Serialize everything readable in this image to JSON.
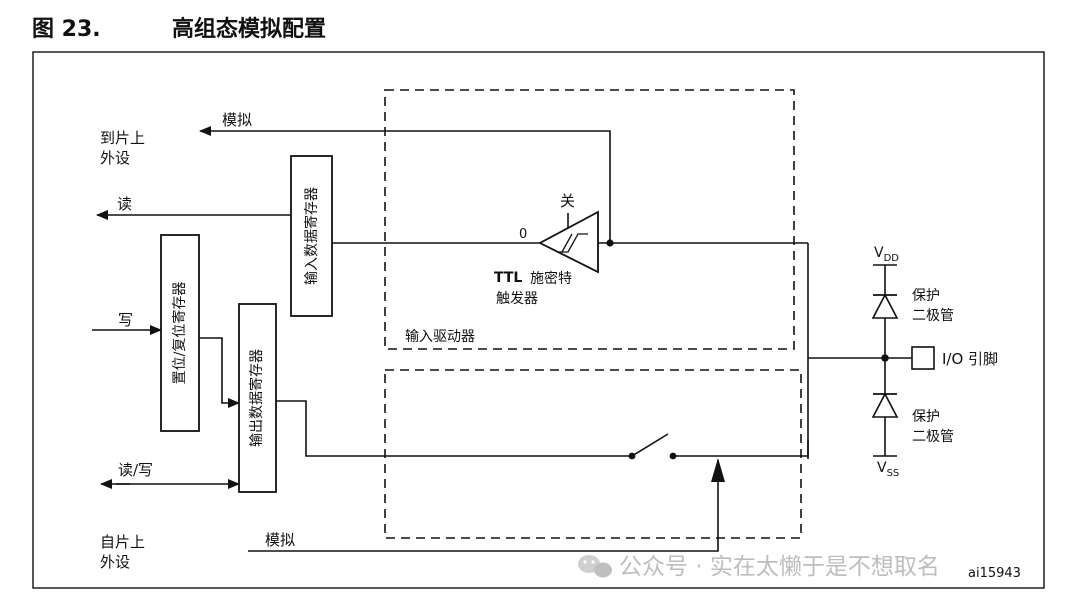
{
  "figure": {
    "number": "图 23.",
    "title": "高组态模拟配置",
    "id": "ai15943"
  },
  "labels": {
    "to_onchip_line1": "到片上",
    "to_onchip_line2": "外设",
    "analog_top": "模拟",
    "read": "读",
    "write": "写",
    "read_write": "读/写",
    "from_onchip_line1": "自片上",
    "from_onchip_line2": "外设",
    "analog_bottom": "模拟",
    "off": "关",
    "zero": "0",
    "ttl": "TTL",
    "schmitt_line1": "施密特",
    "schmitt_line2": "触发器",
    "input_driver": "输入驱动器",
    "vdd_main": "V",
    "vdd_sub": "DD",
    "vss_main": "V",
    "vss_sub": "SS",
    "protect_top_line1": "保护",
    "protect_top_line2": "二极管",
    "protect_bottom_line1": "保护",
    "protect_bottom_line2": "二极管",
    "io_pin": "I/O 引脚"
  },
  "registers": {
    "input_data": "输入数据寄存器",
    "set_reset": "置位/复位寄存器",
    "output_data": "输出数据寄存器"
  },
  "watermark": {
    "text": "公众号 · 实在太懒于是不想取名"
  }
}
